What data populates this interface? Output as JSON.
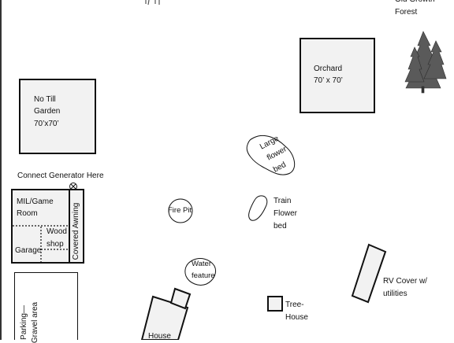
{
  "site": {
    "old_growth_forest": [
      "Old Growth",
      "Forest"
    ],
    "orchard": [
      "Orchard",
      "70’ x 70’"
    ],
    "garden": [
      "No Till",
      "Garden",
      "70’x70’"
    ],
    "generator": "Connect Generator Here",
    "mil_game_room": [
      "MIL/Game",
      "Room"
    ],
    "garage": "Garage",
    "wood_shop": [
      "Wood",
      "shop"
    ],
    "covered_awning": "Covered Awning",
    "parking": [
      "Parking—",
      "Gravel area"
    ],
    "fire_pit": "Fire Pit",
    "large_flower_bed": [
      "Large",
      "flower",
      "bed"
    ],
    "train_flower_bed": [
      "Train",
      "Flower",
      "bed"
    ],
    "water_feature": [
      "Water",
      "feature"
    ],
    "house": "House",
    "tree_house": [
      "Tree-",
      "House"
    ],
    "rv_cover": [
      "RV Cover w/",
      "utilities"
    ]
  },
  "colors": {
    "fill": "#f2f2f2",
    "stroke": "#111111",
    "tree": "#4a4a4a"
  },
  "icons": [
    "generator-connection-icon",
    "pine-trees-icon",
    "top-cutoff-figure-icon"
  ]
}
